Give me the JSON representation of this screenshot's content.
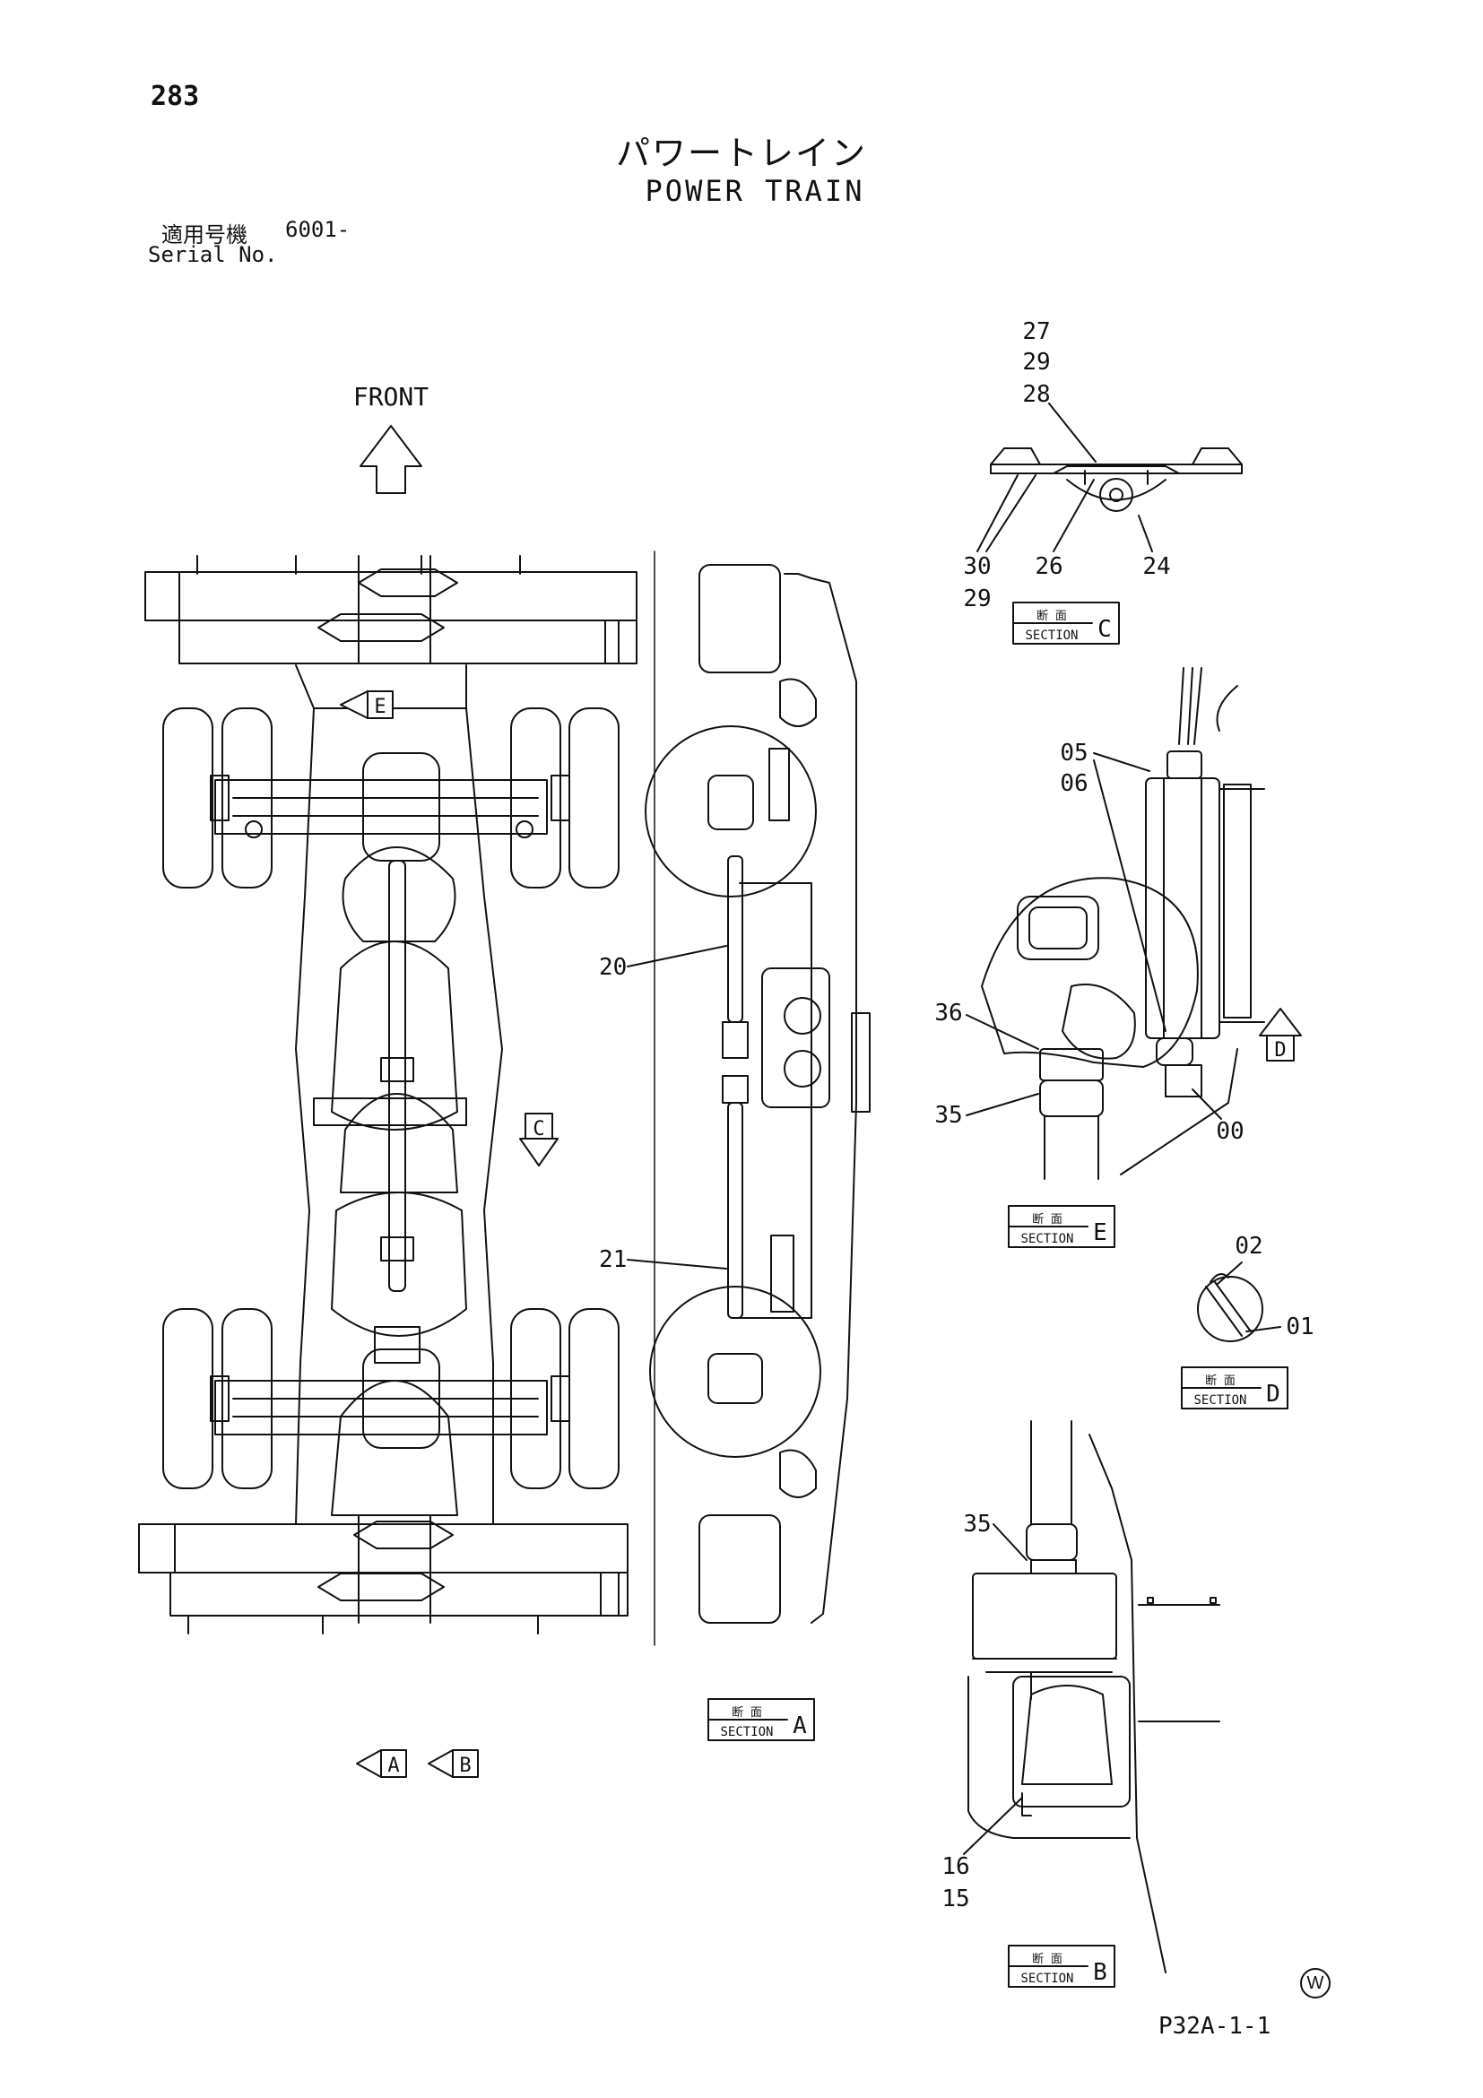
{
  "page": {
    "number": "283",
    "title_jp": "パワートレイン",
    "title_en": "POWER TRAIN",
    "serial_label_jp": "適用号機",
    "serial_value": "6001-",
    "serial_label_en": "Serial No.",
    "part_code": "P32A-1-1",
    "maker_mark": "W"
  },
  "direction": {
    "front_label": "FRONT"
  },
  "view_markers": {
    "a": "A",
    "b": "B",
    "c": "C",
    "d": "D",
    "e": "E"
  },
  "section_labels": {
    "jp": "断 面",
    "en": "SECTION",
    "a": "A",
    "b": "B",
    "c": "C",
    "d": "D",
    "e": "E"
  },
  "callouts": {
    "section_c_top": [
      "27",
      "29",
      "28"
    ],
    "section_c_bottom_left": [
      "30",
      "29"
    ],
    "section_c_26": "26",
    "section_c_24": "24",
    "section_e_upper": [
      "05",
      "06"
    ],
    "section_e_36": "36",
    "section_e_35": "35",
    "section_e_00": "00",
    "section_d_02": "02",
    "section_d_01": "01",
    "section_b_35": "35",
    "section_b_lower": [
      "16",
      "15"
    ],
    "side_20": "20",
    "side_21": "21"
  }
}
